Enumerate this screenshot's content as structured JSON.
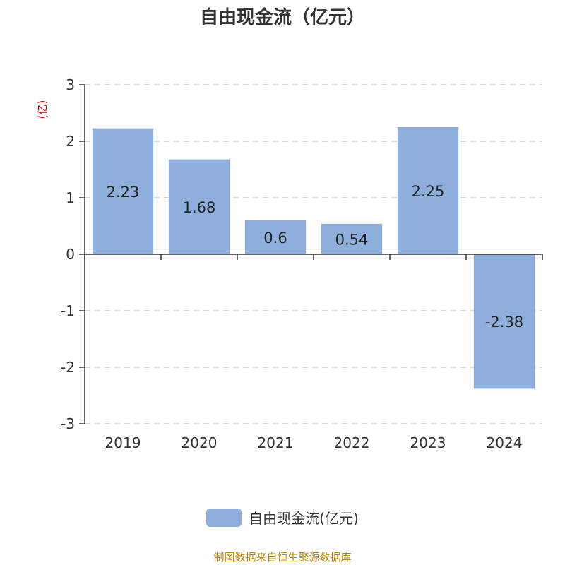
{
  "chart_data": {
    "type": "bar",
    "title": "自由现金流（亿元）",
    "ylabel": "(亿)",
    "categories": [
      "2019",
      "2020",
      "2021",
      "2022",
      "2023",
      "2024"
    ],
    "series": [
      {
        "name": "自由现金流(亿元)",
        "values": [
          2.23,
          1.68,
          0.6,
          0.54,
          2.25,
          -2.38
        ]
      }
    ],
    "data_labels": [
      "2.23",
      "1.68",
      "0.6",
      "0.54",
      "2.25",
      "-2.38"
    ],
    "ylim": [
      -3,
      3
    ],
    "yticks": [
      3,
      2,
      1,
      0,
      -1,
      -2,
      -3
    ],
    "grid": true,
    "legend_position": "bottom",
    "bar_color": "#8eaedb",
    "ylabel_color": "#e00000"
  },
  "source": "制图数据来自恒生聚源数据库"
}
